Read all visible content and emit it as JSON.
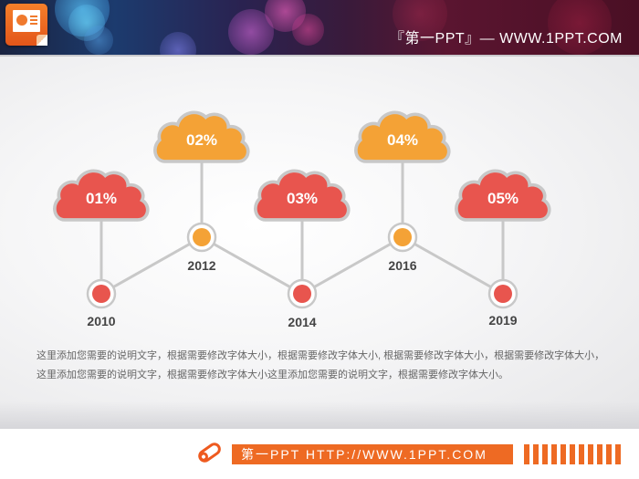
{
  "header": {
    "title": "『第一PPT』— WWW.1PPT.COM",
    "logo_icon": "powerpoint-icon"
  },
  "timeline": {
    "items": [
      {
        "label": "01%",
        "year": "2010",
        "color": "#e8554e",
        "position": "low"
      },
      {
        "label": "02%",
        "year": "2012",
        "color": "#f4a236",
        "position": "high"
      },
      {
        "label": "03%",
        "year": "2014",
        "color": "#e8554e",
        "position": "low"
      },
      {
        "label": "04%",
        "year": "2016",
        "color": "#f4a236",
        "position": "high"
      },
      {
        "label": "05%",
        "year": "2019",
        "color": "#e8554e",
        "position": "low"
      }
    ],
    "line_color": "#c8c8c8"
  },
  "description": {
    "line1": "这里添加您需要的说明文字，根据需要修改字体大小，根据需要修改字体大小, 根据需要修改字体大小，根据需要修改字体大小，",
    "line2": "这里添加您需要的说明文字，根据需要修改字体大小这里添加您需要的说明文字，根据需要修改字体大小。"
  },
  "footer": {
    "text": "第一PPT HTTP://WWW.1PPT.COM",
    "icon": "pencil-icon",
    "accent": "#ee6a23",
    "stripe_count": 11
  }
}
